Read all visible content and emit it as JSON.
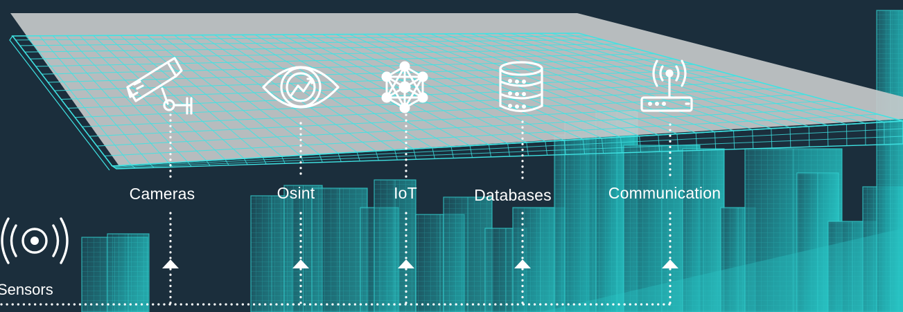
{
  "colors": {
    "background": "#1b2e3c",
    "grid": "#3fe3e3",
    "plane": "#c7cbcb",
    "city": "#23b3b6",
    "connector": "#ffffff"
  },
  "sensors": {
    "label": "Sensors",
    "icon": "broadcast-sensor-icon"
  },
  "sources": [
    {
      "label": "Cameras",
      "icon": "cctv-camera-icon"
    },
    {
      "label": "Osint",
      "icon": "eye-chart-icon"
    },
    {
      "label": "IoT",
      "icon": "network-molecule-icon"
    },
    {
      "label": "Databases",
      "icon": "database-stack-icon"
    },
    {
      "label": "Communication",
      "icon": "wifi-router-icon"
    }
  ]
}
